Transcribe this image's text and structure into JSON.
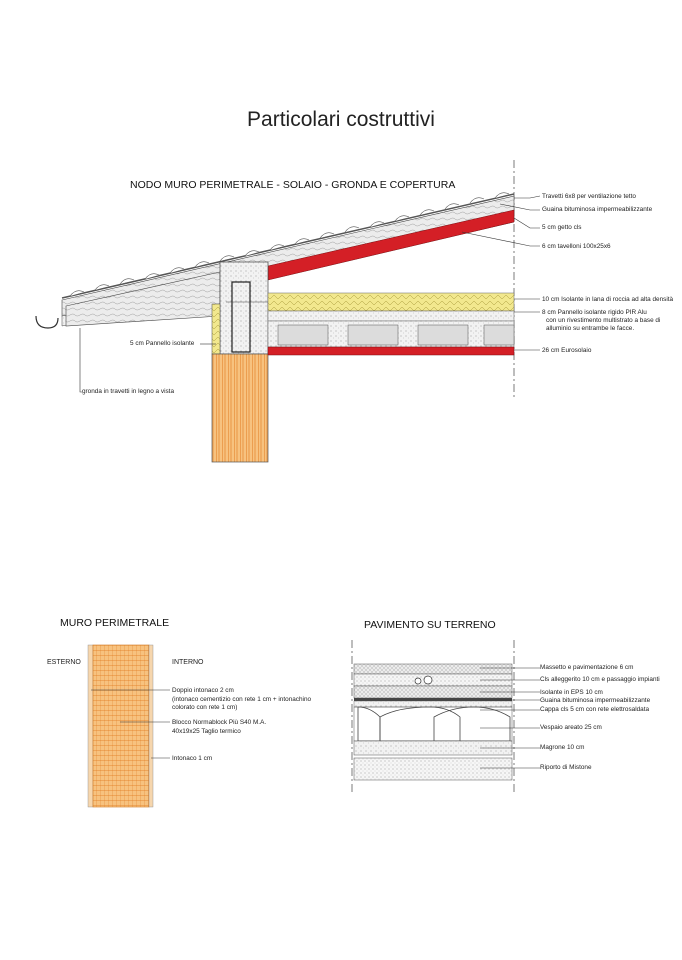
{
  "page": {
    "title": "Particolari costruttivi"
  },
  "detail_roof": {
    "heading": "NODO MURO PERIMETRALE - SOLAIO - GRONDA E COPERTURA",
    "labels": {
      "travetti": "Travetti 6x8 per ventilazione tetto",
      "guaina": "Guaina bituminosa impermeabilizzante",
      "getto": "5 cm getto cls",
      "tavelloni": "6 cm tavelloni 100x25x6",
      "lana": "10 cm Isolante in lana di roccia ad alta densità",
      "pir_1": "8 cm Pannello isolante rigido PIR Alu",
      "pir_2": "con un rivestimento multistrato a base di",
      "pir_3": "alluminio su entrambe le facce.",
      "eurosolaio": "26 cm Eurosolaio",
      "pannello": "5 cm Pannello isolante",
      "gronda": "gronda in travetti in legno a vista"
    }
  },
  "detail_wall": {
    "heading": "MURO PERIMETRALE",
    "esterno": "ESTERNO",
    "interno": "INTERNO",
    "labels": {
      "intonaco_1": "Doppio intonaco  2 cm",
      "intonaco_2": "(intonaco cementizio con rete 1 cm + intonachino",
      "intonaco_3": "colorato con rete 1 cm)",
      "blocco_1": "Blocco Normablock  Più S40 M.A.",
      "blocco_2": "40x19x25 Taglio termico",
      "intonaco_int": "Intonaco  1 cm"
    }
  },
  "detail_floor": {
    "heading": "PAVIMENTO SU TERRENO",
    "labels": {
      "massetto": "Massetto e pavimentazione 6 cm",
      "alleggerito": "Cls alleggerito 10 cm e  passaggio impianti",
      "eps": "Isolante in EPS 10 cm",
      "guaina": "Guaina bituminosa impermeabilizzante",
      "cappa": "Cappa cls 5 cm con rete elettrosaldata",
      "vespaio": "Vespaio areato 25 cm",
      "magrone": "Magrone 10 cm",
      "misto": "Riporto di Mistone"
    }
  },
  "colors": {
    "red": "#d41f26",
    "brick": "#f3a04a",
    "insulation_yellow": "#f1e58a",
    "line": "#333333"
  }
}
